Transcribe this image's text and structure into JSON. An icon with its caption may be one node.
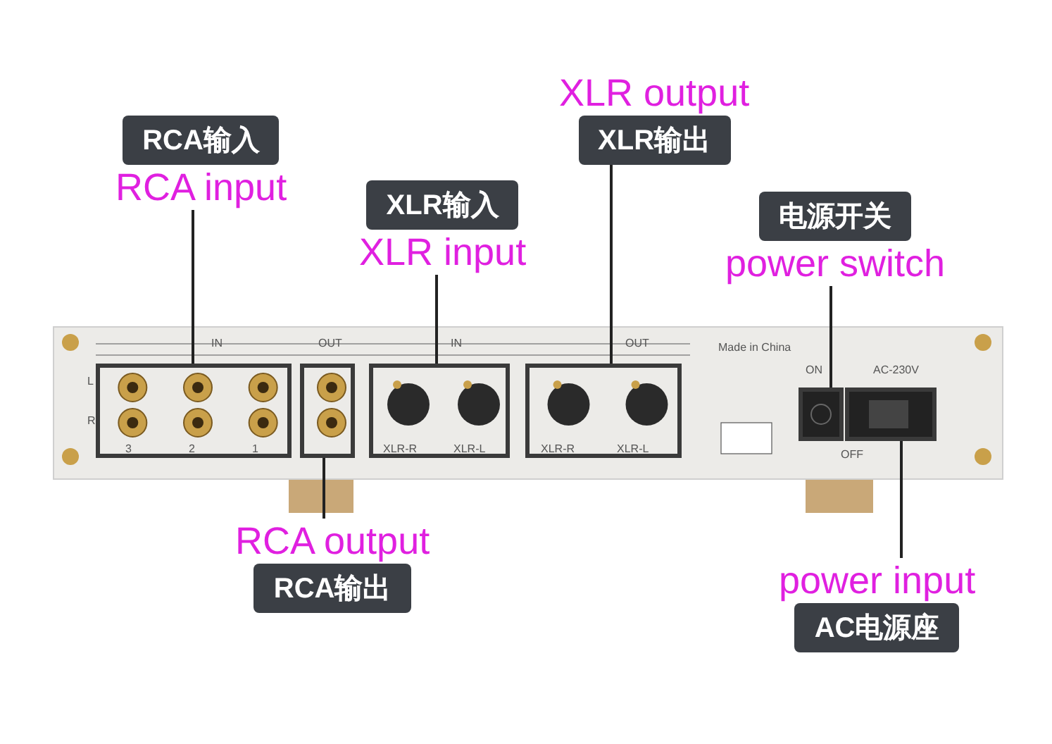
{
  "diagram": {
    "nodes": [
      {
        "text": [
          "RCA输入",
          "RCA input"
        ]
      },
      {
        "text": [
          "XLR output",
          "XLR输出"
        ]
      },
      {
        "text": [
          "XLR输入",
          "XLR input"
        ]
      },
      {
        "text": [
          "电源开关",
          "power switch"
        ]
      },
      {
        "text": [],
        "shape": "box"
      },
      {
        "text": [],
        "shape": "box"
      },
      {
        "text": [],
        "shape": "box"
      },
      {
        "text": [],
        "shape": "box"
      },
      {
        "text": [],
        "shape": "box"
      },
      {
        "text": [],
        "shape": "box"
      },
      {
        "text": [
          "RCA output",
          "RCA输出"
        ]
      },
      {
        "text": [
          "power input",
          "AC电源座"
        ]
      }
    ],
    "edges": [
      {
        "from": 0,
        "to": 4,
        "arrow": "none"
      },
      {
        "from": 2,
        "to": 6,
        "arrow": "none"
      },
      {
        "from": 1,
        "to": 7,
        "arrow": "none"
      },
      {
        "from": 3,
        "to": 8,
        "arrow": "none"
      },
      {
        "from": 10,
        "to": 5,
        "arrow": "none"
      },
      {
        "from": 11,
        "to": 9,
        "arrow": "none"
      }
    ],
    "labels": [
      "IN",
      "OUT",
      "IN",
      "OUT",
      "Made in China",
      "ON",
      "AC-230V",
      "L",
      "R",
      "3",
      "2",
      "1",
      "XLR-R",
      "XLR-L",
      "XLR-R",
      "XLR-L",
      "OFF"
    ]
  }
}
